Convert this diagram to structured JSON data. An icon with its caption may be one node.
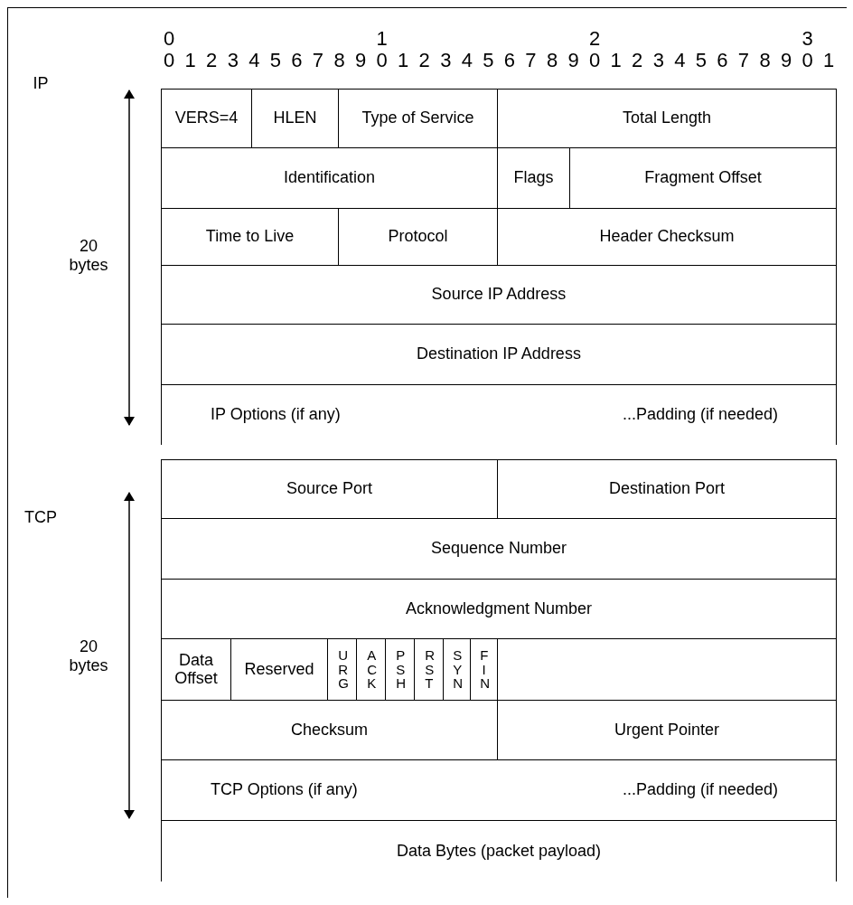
{
  "diagram": {
    "nodes": [
      {
        "text": [
          "VERS=4"
        ]
      },
      {
        "text": [
          "HLEN"
        ]
      },
      {
        "text": [
          "Type of Service"
        ]
      },
      {
        "text": [
          "Total Length"
        ]
      },
      {
        "text": [
          "Identification"
        ]
      },
      {
        "text": [
          "Flags"
        ]
      },
      {
        "text": [
          "Fragment Offset"
        ]
      },
      {
        "text": [
          "Time to Live"
        ]
      },
      {
        "text": [
          "Protocol"
        ]
      },
      {
        "text": [
          "Header Checksum"
        ]
      },
      {
        "text": [
          "Source IP Address"
        ]
      },
      {
        "text": [
          "Destination IP Address"
        ]
      },
      {
        "text": [
          "IP Options (if any)",
          "...Padding (if needed)"
        ]
      },
      {
        "text": [
          "Source Port"
        ]
      },
      {
        "text": [
          "Destination Port"
        ]
      },
      {
        "text": [
          "Sequence Number"
        ]
      },
      {
        "text": [
          "Acknowledgment Number"
        ]
      },
      {
        "text": [
          "Data Offset"
        ]
      },
      {
        "text": [
          "Reserved"
        ]
      },
      {
        "text": [
          "URG"
        ]
      },
      {
        "text": [
          "ACK"
        ]
      },
      {
        "text": [
          "PSH"
        ]
      },
      {
        "text": [
          "RST"
        ]
      },
      {
        "text": [
          "SYN"
        ]
      },
      {
        "text": [
          "FIN"
        ]
      },
      {
        "text": [],
        "shape": "box"
      },
      {
        "text": [
          "Checksum"
        ]
      },
      {
        "text": [
          "Urgent Pointer"
        ]
      },
      {
        "text": [
          "TCP Options (if any)",
          "...Padding (if needed)"
        ]
      },
      {
        "text": [
          "Data Bytes (packet payload)"
        ]
      }
    ],
    "edges": [],
    "labels": [
      "0",
      "1",
      "2",
      "3",
      "0",
      "1",
      "2",
      "3",
      "4",
      "5",
      "6",
      "7",
      "8",
      "9",
      "0",
      "1",
      "2",
      "3",
      "4",
      "5",
      "6",
      "7",
      "8",
      "9",
      "0",
      "1",
      "2",
      "3",
      "4",
      "5",
      "6",
      "7",
      "8",
      "9",
      "0",
      "1",
      "IP",
      "20 bytes",
      "TCP",
      "20 bytes"
    ]
  }
}
